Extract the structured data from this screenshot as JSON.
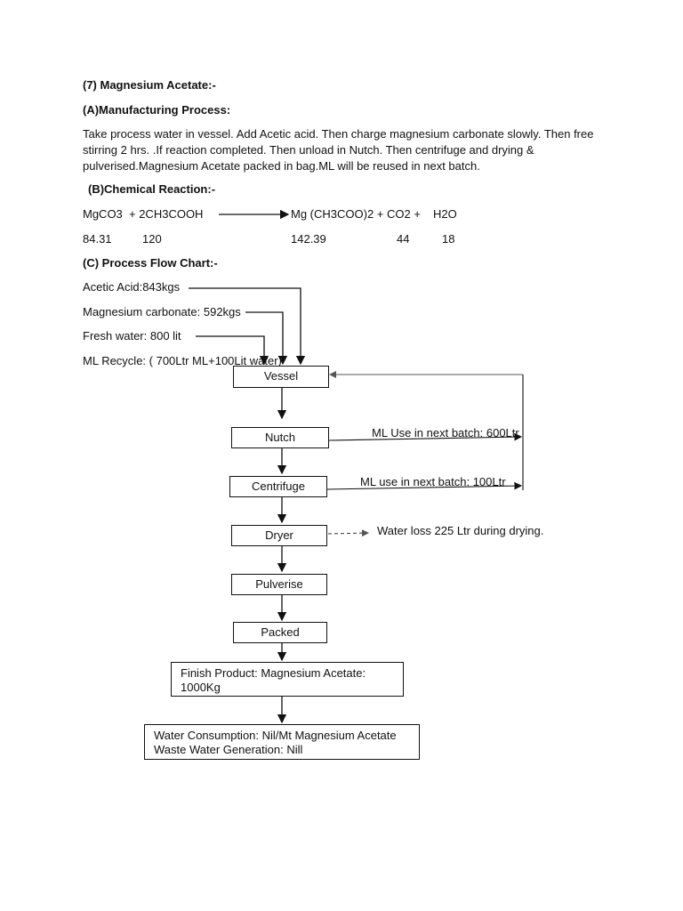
{
  "doc": {
    "heading": "(7)  Magnesium Acetate:-",
    "process_heading": "(A)Manufacturing Process:",
    "process_text": " Take process water in vessel. Add Acetic acid. Then charge magnesium carbonate slowly. Then free stirring 2 hrs. .If reaction completed. Then unload in Nutch. Then centrifuge and drying & pulverised.Magnesium Acetate packed in bag.ML will be reused  in next batch.",
    "reaction_heading": "(B)Chemical Reaction:-",
    "reaction": {
      "mgco3": "MgCO3",
      "acetic": "+ 2CH3COOH",
      "product": "Mg (CH3COO)2 +",
      "co2": "CO2 +",
      "h2o": "H2O",
      "mw_mgco3": "84.31",
      "mw_acetic": "120",
      "mw_product": "142.39",
      "mw_co2": "44",
      "mw_h2o": "18"
    },
    "flow_heading": "(C) Process Flow Chart:-",
    "inputs": {
      "acetic": "Acetic Acid:843kgs",
      "mgco3": "Magnesium carbonate: 592kgs",
      "water": "Fresh water: 800 lit",
      "ml": "ML Recycle: ( 700Ltr ML+100Lit water)"
    },
    "steps": {
      "vessel": "Vessel",
      "nutch": "Nutch",
      "centrifuge": "Centrifuge",
      "dryer": "Dryer",
      "pulverise": "Pulverise",
      "packed": "Packed"
    },
    "side": {
      "nutch_ml": "ML Use in next batch: 600Ltr",
      "centrifuge_ml": "ML use in next batch: 100Ltr",
      "water_loss": "Water loss 225 Ltr during drying."
    },
    "finish_product": "Finish Product: Magnesium Acetate: 1000Kg",
    "summary_line1": "Water Consumption: Nil/Mt   Magnesium Acetate",
    "summary_line2": "Waste Water Generation: Nill"
  }
}
